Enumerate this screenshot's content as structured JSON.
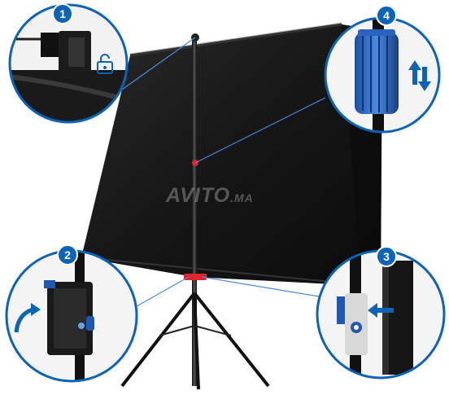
{
  "watermark": {
    "brand": "AVITO",
    "suffix": ".MA"
  },
  "callouts": [
    {
      "number": "1",
      "label": "lock-detail"
    },
    {
      "number": "2",
      "label": "bracket-detail"
    },
    {
      "number": "3",
      "label": "clamp-detail"
    },
    {
      "number": "4",
      "label": "height-adjust-detail"
    }
  ],
  "colors": {
    "accent_blue": "#0d63b8",
    "screen": "#171717",
    "marker_red": "#e0242c"
  },
  "icons": [
    "lock-icon",
    "curved-arrow-icon",
    "up-down-arrows-icon",
    "push-arrow-icon"
  ]
}
